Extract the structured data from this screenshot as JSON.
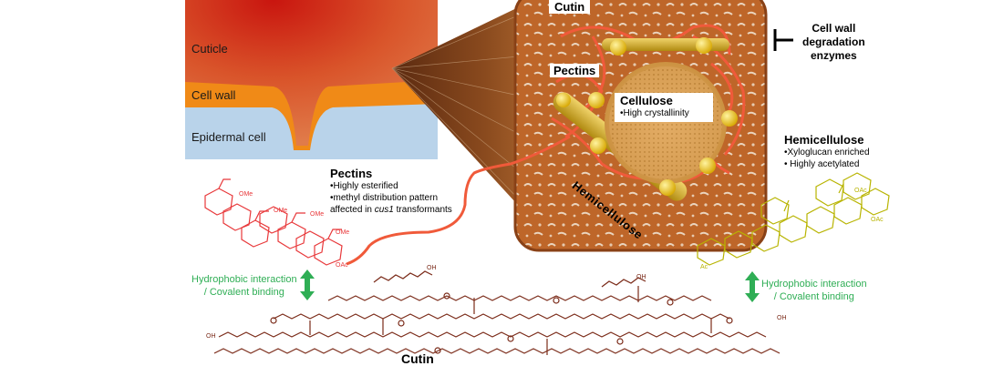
{
  "colors": {
    "cuticle": "#d2481e",
    "cell_wall": "#f08a17",
    "epidermal": "#b9d3ea",
    "cube": "#c9702e",
    "pectin": "#f05a3a",
    "hemicellulose": "#b8b400",
    "cutin": "#7a2a18",
    "arrow": "#2fae55"
  },
  "inset": {
    "cuticle": "Cuticle",
    "cell_wall": "Cell wall",
    "epidermal": "Epidermal cell"
  },
  "block": {
    "cutin": "Cutin",
    "pectins": "Pectins",
    "cellulose": "Cellulose",
    "cellulose_note": "•High crystallinity",
    "hemicellulose": "Hemicellulose"
  },
  "enzymes": {
    "line1": "Cell wall",
    "line2": "degradation",
    "line3": "enzymes"
  },
  "pectins_box": {
    "title": "Pectins",
    "b1": "•Highly esterified",
    "b2": "•methyl distribution pattern",
    "b3a": "affected in ",
    "b3b": "cus1",
    "b3c": " transformants"
  },
  "hemi_box": {
    "title": "Hemicellulose",
    "b1": "•Xyloglucan enriched",
    "b2": "• Highly acetylated"
  },
  "left_arrow": {
    "line1": "Hydrophobic interaction",
    "line2": "/ Covalent binding"
  },
  "right_arrow": {
    "line1": "Hydrophobic interaction",
    "line2": "/ Covalent binding"
  },
  "chem": {
    "ome": "OMe",
    "oac": "OAc",
    "ac": "Ac",
    "oh": "OH"
  },
  "bottom_label": "Cutin"
}
